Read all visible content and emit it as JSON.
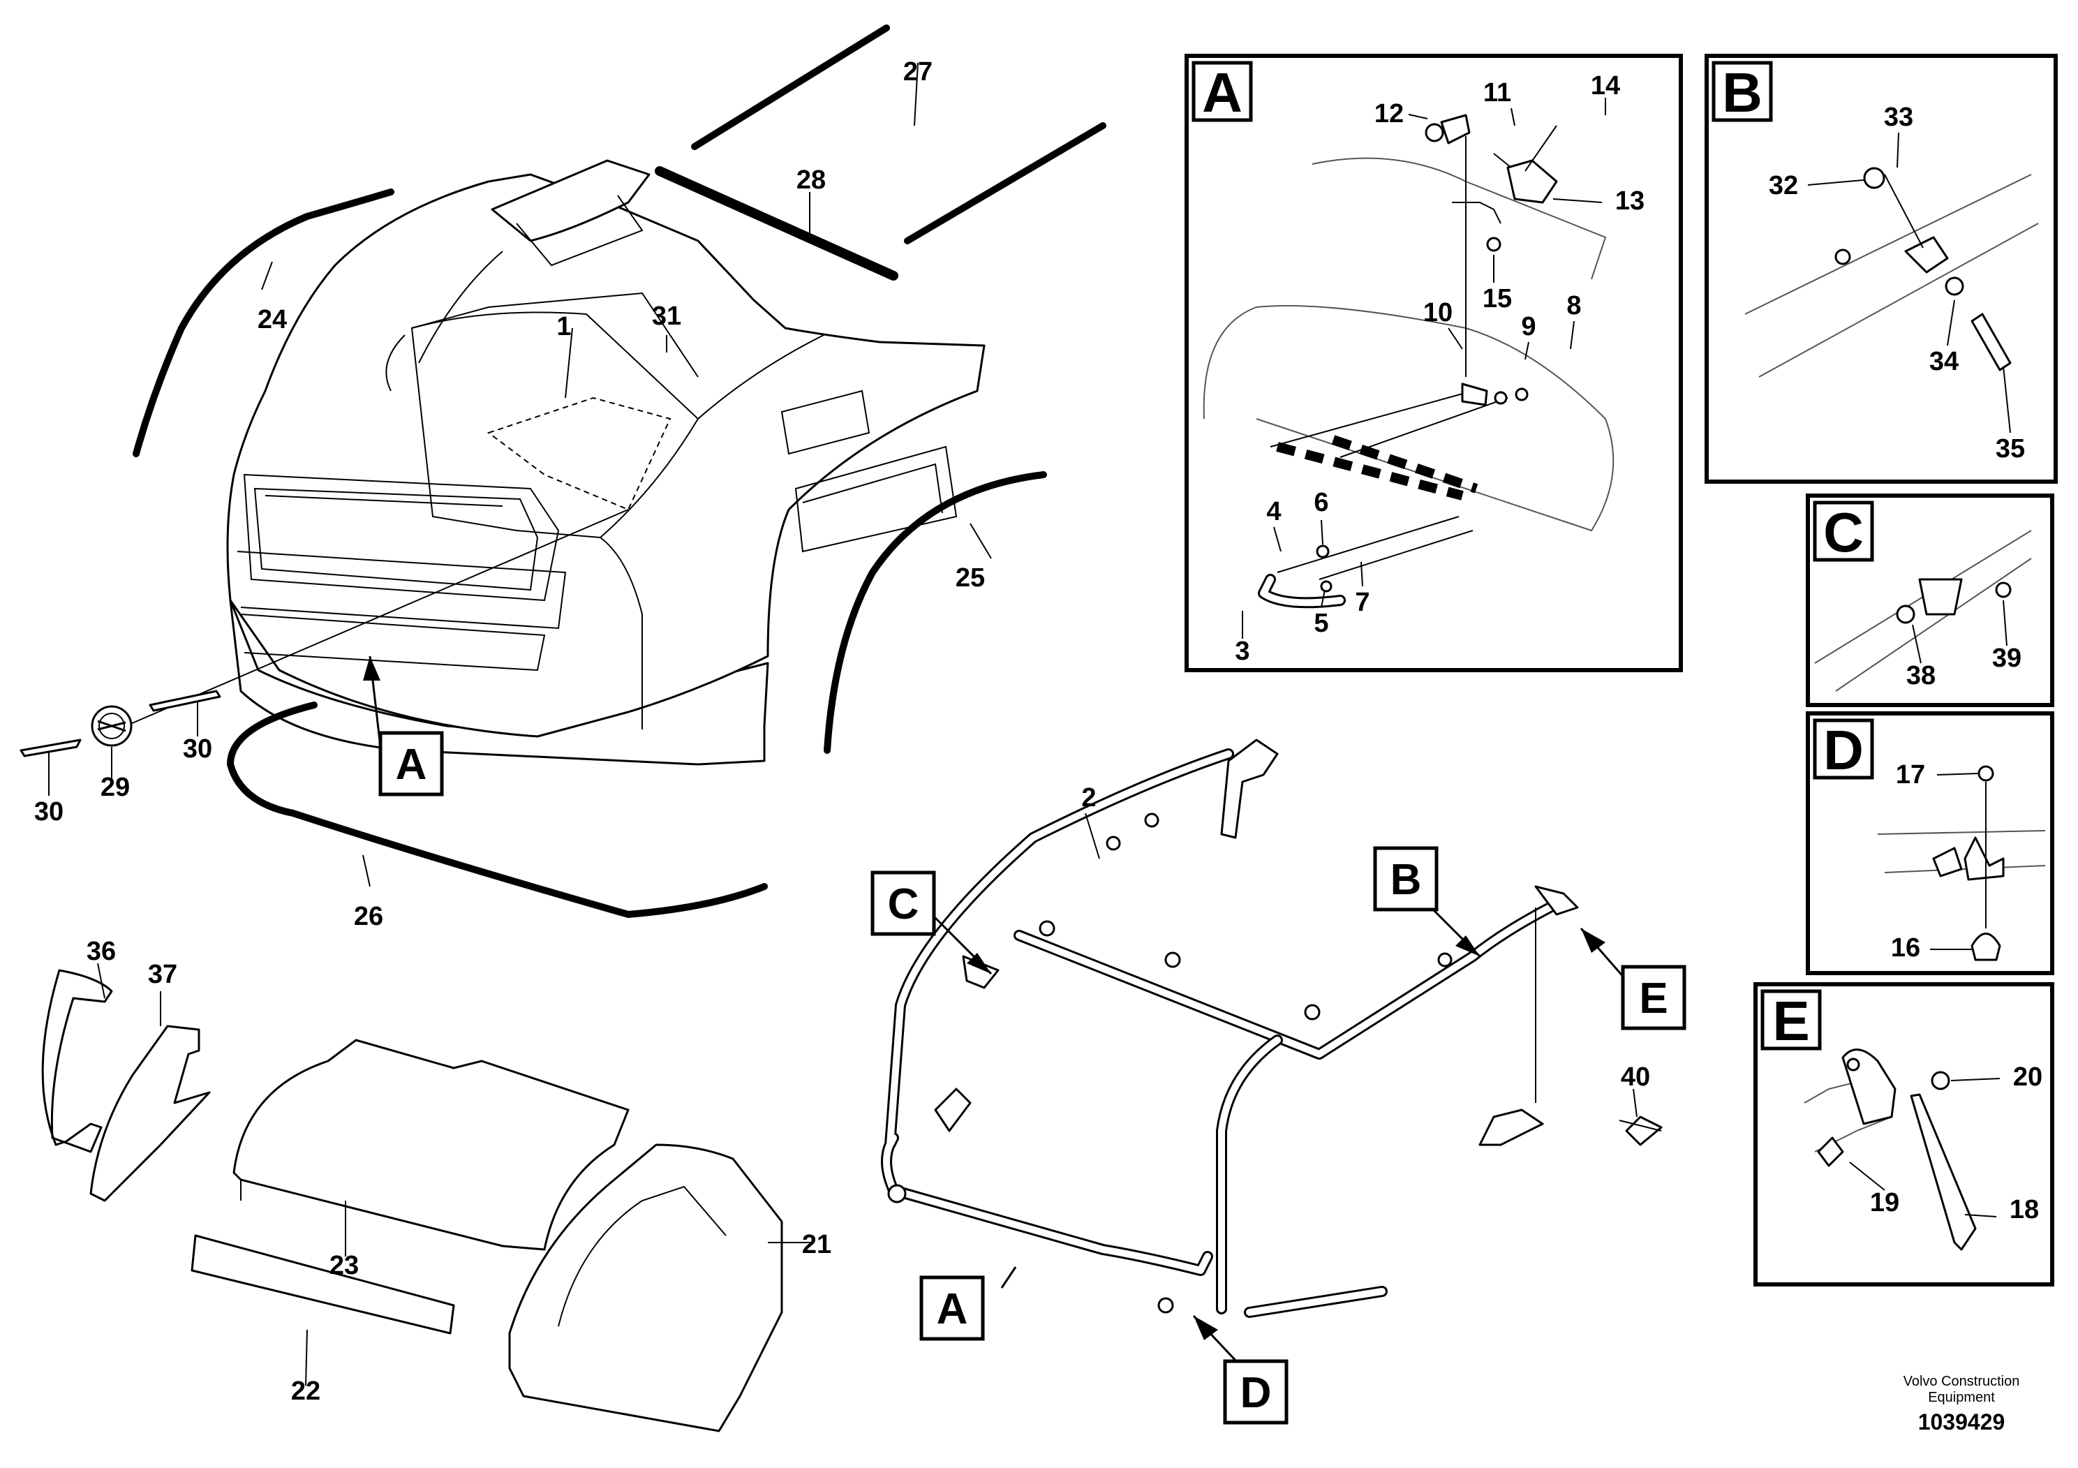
{
  "callouts": {
    "1": "1",
    "2": "2",
    "3": "3",
    "4": "4",
    "5": "5",
    "6": "6",
    "7": "7",
    "8": "8",
    "9": "9",
    "10": "10",
    "11": "11",
    "12": "12",
    "13": "13",
    "14": "14",
    "15": "15",
    "16": "16",
    "17": "17",
    "18": "18",
    "19": "19",
    "20": "20",
    "21": "21",
    "22": "22",
    "23": "23",
    "24": "24",
    "25": "25",
    "26": "26",
    "27": "27",
    "28": "28",
    "29": "29",
    "30": "30",
    "31": "31",
    "32": "32",
    "33": "33",
    "34": "34",
    "35": "35",
    "36": "36",
    "37": "37",
    "38": "38",
    "39": "39",
    "40": "40"
  },
  "detail_letters": {
    "A": "A",
    "B": "B",
    "C": "C",
    "D": "D",
    "E": "E"
  },
  "footer": {
    "company_line1": "Volvo Construction",
    "company_line2": "Equipment",
    "drawing_number": "1039429"
  }
}
